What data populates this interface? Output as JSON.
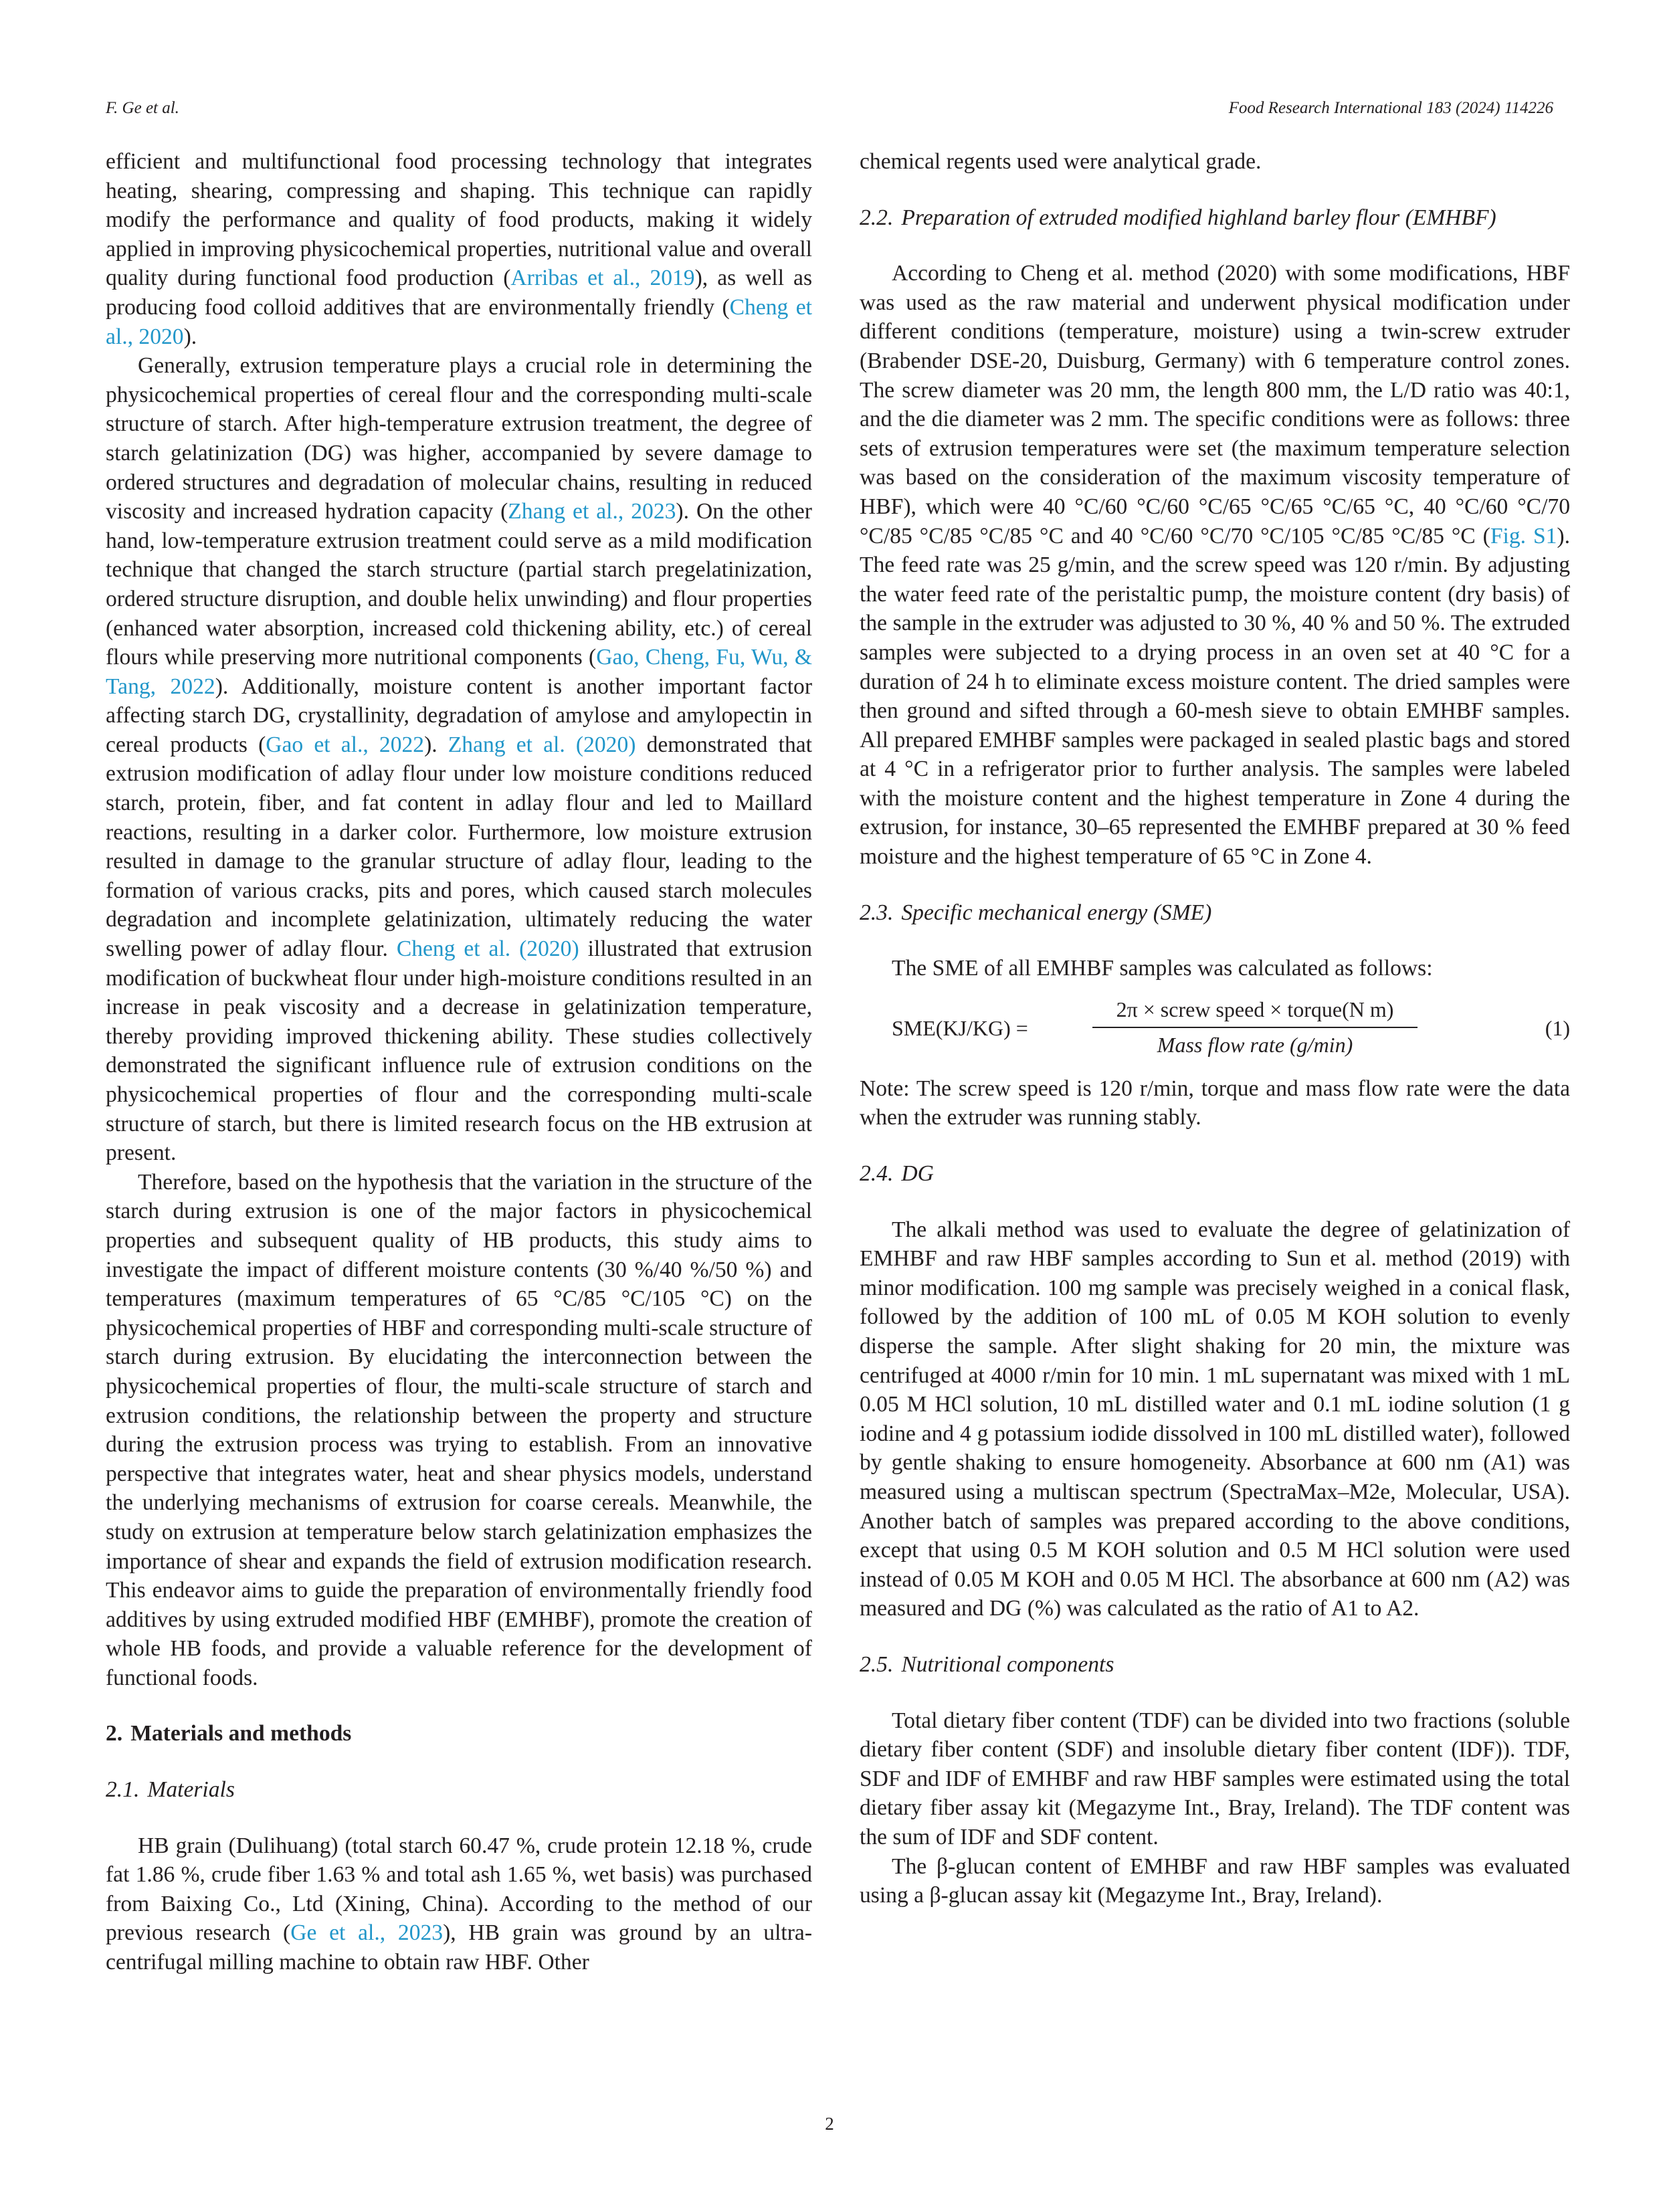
{
  "header": {
    "left": "F. Ge et al.",
    "right": "Food Research International 183 (2024) 114226"
  },
  "left_column": {
    "p1_a": "efficient and multifunctional food processing technology that integrates heating, shearing, compressing and shaping. This technique can rapidly modify the performance and quality of food products, making it widely applied in improving physicochemical properties, nutritional value and overall quality during functional food production (",
    "p1_link1": "Arribas et al., 2019",
    "p1_b": "), as well as producing food colloid additives that are environmentally friendly (",
    "p1_link2": "Cheng et al., 2020",
    "p1_c": ").",
    "p2_a": "Generally, extrusion temperature plays a crucial role in determining the physicochemical properties of cereal flour and the corresponding multi-scale structure of starch. After high-temperature extrusion treatment, the degree of starch gelatinization (DG) was higher, accompanied by severe damage to ordered structures and degradation of molecular chains, resulting in reduced viscosity and increased hydration capacity (",
    "p2_link1": "Zhang et al., 2023",
    "p2_b": "). On the other hand, low-temperature extrusion treatment could serve as a mild modification technique that changed the starch structure (partial starch pregelatinization, ordered structure disruption, and double helix unwinding) and flour properties (enhanced water absorption, increased cold thickening ability, etc.) of cereal flours while preserving more nutritional components (",
    "p2_link2": "Gao, Cheng, Fu, Wu, & Tang, 2022",
    "p2_c": "). Additionally, moisture content is another important factor affecting starch DG, crystallinity, degradation of amylose and amylopectin in cereal products (",
    "p2_link3": "Gao et al., 2022",
    "p2_d": "). ",
    "p2_link4": "Zhang et al. (2020)",
    "p2_e": " demonstrated that extrusion modification of adlay flour under low moisture conditions reduced starch, protein, fiber, and fat content in adlay flour and led to Maillard reactions, resulting in a darker color. Furthermore, low moisture extrusion resulted in damage to the granular structure of adlay flour, leading to the formation of various cracks, pits and pores, which caused starch molecules degradation and incomplete gelatinization, ultimately reducing the water swelling power of adlay flour. ",
    "p2_link5": "Cheng et al. (2020)",
    "p2_f": " illustrated that extrusion modification of buckwheat flour under high-moisture conditions resulted in an increase in peak viscosity and a decrease in gelatinization temperature, thereby providing improved thickening ability. These studies collectively demonstrated the significant influence rule of extrusion conditions on the physicochemical properties of flour and the corresponding multi-scale structure of starch, but there is limited research focus on the HB extrusion at present.",
    "p3": "Therefore, based on the hypothesis that the variation in the structure of the starch during extrusion is one of the major factors in physicochemical properties and subsequent quality of HB products, this study aims to investigate the impact of different moisture contents (30 %/40 %/50 %) and temperatures (maximum temperatures of 65 °C/85 °C/105 °C) on the physicochemical properties of HBF and corresponding multi-scale structure of starch during extrusion. By elucidating the interconnection between the physicochemical properties of flour, the multi-scale structure of starch and extrusion conditions, the relationship between the property and structure during the extrusion process was trying to establish. From an innovative perspective that integrates water, heat and shear physics models, understand the underlying mechanisms of extrusion for coarse cereals. Meanwhile, the study on extrusion at temperature below starch gelatinization emphasizes the importance of shear and expands the field of extrusion modification research. This endeavor aims to guide the preparation of environmentally friendly food additives by using extruded modified HBF (EMHBF), promote the creation of whole HB foods, and provide a valuable reference for the development of functional foods.",
    "sec2_num": "2.",
    "sec2_title": "Materials and methods",
    "sec21_num": "2.1.",
    "sec21_title": "Materials",
    "p4_a": "HB grain (Dulihuang) (total starch 60.47 %, crude protein 12.18 %, crude fat 1.86 %, crude fiber 1.63 % and total ash 1.65 %, wet basis) was purchased from Baixing Co., Ltd (Xining, China). According to the method of our previous research (",
    "p4_link1": "Ge et al., 2023",
    "p4_b": "), HB grain was ground by an ultra-centrifugal milling machine to obtain raw HBF. Other"
  },
  "right_column": {
    "p5": "chemical regents used were analytical grade.",
    "sec22_num": "2.2.",
    "sec22_title": "Preparation of extruded modified highland barley flour (EMHBF)",
    "p6_a": "According to Cheng et al. method (2020) with some modifications, HBF was used as the raw material and underwent physical modification under different conditions (temperature, moisture) using a twin-screw extruder (Brabender DSE-20, Duisburg, Germany) with 6 temperature control zones. The screw diameter was 20 mm, the length 800 mm, the L/D ratio was 40:1, and the die diameter was 2 mm. The specific conditions were as follows: three sets of extrusion temperatures were set (the maximum temperature selection was based on the consideration of the maximum viscosity temperature of HBF), which were 40 °C/60 °C/60 °C/65 °C/65 °C/65 °C, 40 °C/60 °C/70 °C/85 °C/85 °C/85 °C and 40 °C/60 °C/70 °C/105 °C/85 °C/85 °C (",
    "p6_link1": "Fig. S1",
    "p6_b": "). The feed rate was 25 g/min, and the screw speed was 120 r/min. By adjusting the water feed rate of the peristaltic pump, the moisture content (dry basis) of the sample in the extruder was adjusted to 30 %, 40 % and 50 %. The extruded samples were subjected to a drying process in an oven set at 40 °C for a duration of 24 h to eliminate excess moisture content. The dried samples were then ground and sifted through a 60-mesh sieve to obtain EMHBF samples. All prepared EMHBF samples were packaged in sealed plastic bags and stored at 4 °C in a refrigerator prior to further analysis. The samples were labeled with the moisture content and the highest temperature in Zone 4 during the extrusion, for instance, 30–65 represented the EMHBF prepared at 30 % feed moisture and the highest temperature of 65 °C in Zone 4.",
    "sec23_num": "2.3.",
    "sec23_title": "Specific mechanical energy (SME)",
    "p7": "The SME of all EMHBF samples was calculated as follows:",
    "eq_lhs": "SME(KJ/KG) =",
    "eq_num": "2π × screw   speed × torque(N m)",
    "eq_den": "Mass  flow  rate  (g/min)",
    "eq_no": "(1)",
    "p8": "Note: The screw speed is 120 r/min, torque and mass flow rate were the data when the extruder was running stably.",
    "sec24_num": "2.4.",
    "sec24_title": "DG",
    "p9": "The alkali method was used to evaluate the degree of gelatinization of EMHBF and raw HBF samples according to Sun et al. method (2019) with minor modification. 100 mg sample was precisely weighed in a conical flask, followed by the addition of 100 mL of 0.05 M KOH solution to evenly disperse the sample. After slight shaking for 20 min, the mixture was centrifuged at 4000 r/min for 10 min. 1 mL supernatant was mixed with 1 mL 0.05 M HCl solution, 10 mL distilled water and 0.1 mL iodine solution (1 g iodine and 4 g potassium iodide dissolved in 100 mL distilled water), followed by gentle shaking to ensure homogeneity. Absorbance at 600 nm (A1) was measured using a multiscan spectrum (SpectraMax–M2e, Molecular, USA). Another batch of samples was prepared according to the above conditions, except that using 0.5 M KOH solution and 0.5 M HCl solution were used instead of 0.05 M KOH and 0.05 M HCl. The absorbance at 600 nm (A2) was measured and DG (%) was calculated as the ratio of A1 to A2.",
    "sec25_num": "2.5.",
    "sec25_title": "Nutritional components",
    "p10": "Total dietary fiber content (TDF) can be divided into two fractions (soluble dietary fiber content (SDF) and insoluble dietary fiber content (IDF)). TDF, SDF and IDF of EMHBF and raw HBF samples were estimated using the total dietary fiber assay kit (Megazyme Int., Bray, Ireland). The TDF content was the sum of IDF and SDF content.",
    "p11": "The β-glucan content of EMHBF and raw HBF samples was evaluated using a β-glucan assay kit (Megazyme Int., Bray, Ireland)."
  },
  "footer": {
    "page_number": "2"
  },
  "colors": {
    "text": "#231f20",
    "link": "#2196c9"
  }
}
